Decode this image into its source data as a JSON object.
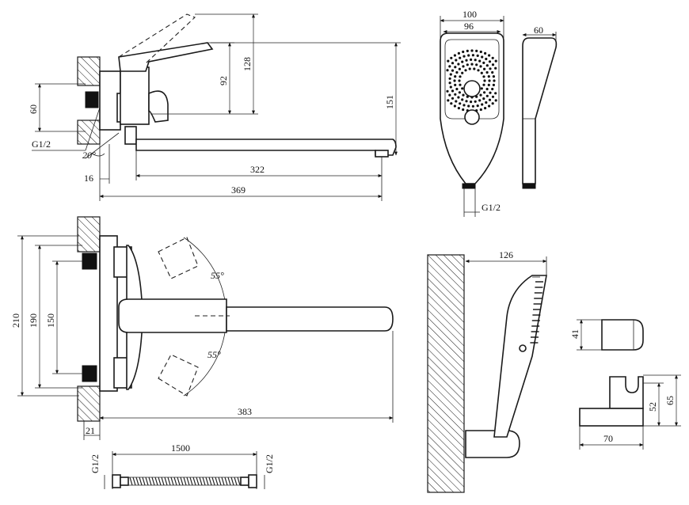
{
  "dimensions": {
    "top_view": {
      "lever_height": "128",
      "body_height": "92",
      "offset": "60",
      "thread": "G1/2",
      "angle": "20°",
      "depth": "16",
      "spout_reach": "322",
      "total_length": "369",
      "total_height": "151"
    },
    "shower_head": {
      "outer_width": "100",
      "inner_width": "96",
      "thickness": "60",
      "thread": "G1/2"
    },
    "front_view": {
      "height_210": "210",
      "height_190": "190",
      "height_150": "150",
      "angle_upper": "55°",
      "angle_lower": "55°",
      "spout_length": "383",
      "wall_depth": "21"
    },
    "wall_mount": {
      "reach": "126"
    },
    "holder": {
      "height": "41",
      "bracket_height": "52",
      "total_height": "65",
      "width": "70"
    },
    "hose": {
      "length": "1500",
      "thread_left": "G1/2",
      "thread_right": "G1/2"
    }
  }
}
